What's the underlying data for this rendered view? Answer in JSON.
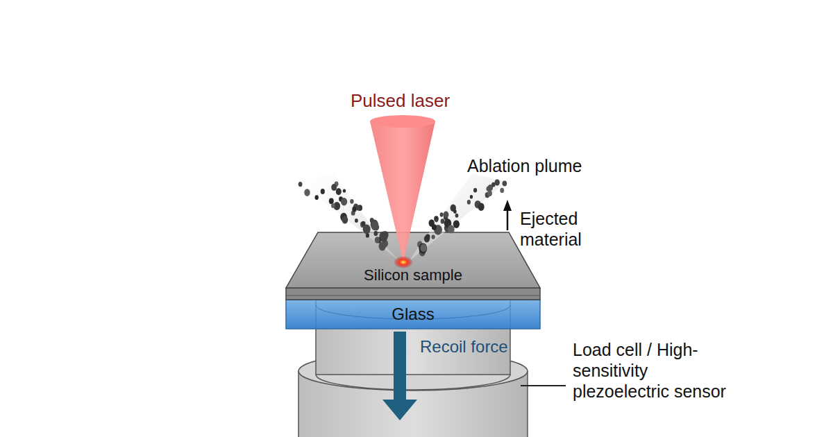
{
  "diagram": {
    "nodes": [
      {
        "text": [
          "Silicon sample"
        ]
      },
      {
        "text": [
          "Glass"
        ]
      }
    ],
    "labels": [
      "Pulsed laser",
      "Ablation plume",
      "Ejected material",
      "Recoil force",
      "Load cell / High-sensitivity plezoelectric sensor"
    ]
  }
}
